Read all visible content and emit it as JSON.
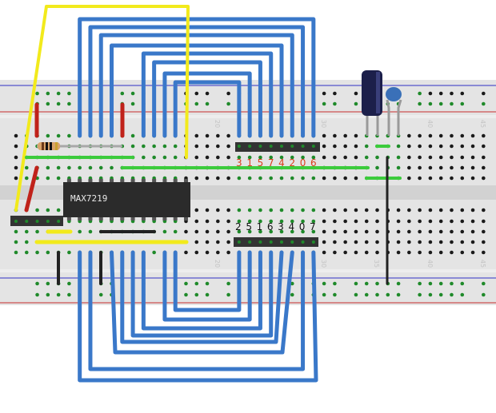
{
  "chip": {
    "label": "MAX7219"
  },
  "header_top": {
    "pin_labels": [
      "3",
      "1",
      "5",
      "7",
      "4",
      "2",
      "0",
      "6"
    ],
    "color": "#d9401a"
  },
  "header_bottom": {
    "pin_labels": [
      "2",
      "5",
      "1",
      "6",
      "3",
      "4",
      "0",
      "7"
    ],
    "color": "#111111"
  },
  "column_numbers_top": [
    "20",
    "30",
    "40",
    "45"
  ],
  "column_numbers_bottom": [
    "20",
    "30",
    "35",
    "40",
    "45"
  ],
  "colors": {
    "board": "#e4e4e4",
    "channel": "#d2d2d2",
    "wire_blue": "#3a78c9",
    "wire_yellow": "#f2ea1c",
    "wire_green": "#3ccb3c",
    "wire_red": "#c0221a",
    "wire_black": "#222222",
    "rail_red_line": "#d26a6a",
    "rail_blue_line": "#6d6dd0",
    "hole_black": "#1a1a1a",
    "hole_green": "#1f8a2a",
    "chip": "#2b2b2b",
    "capacitor_electrolytic": "#1c1f4a",
    "capacitor_ceramic": "#3a70b8"
  }
}
